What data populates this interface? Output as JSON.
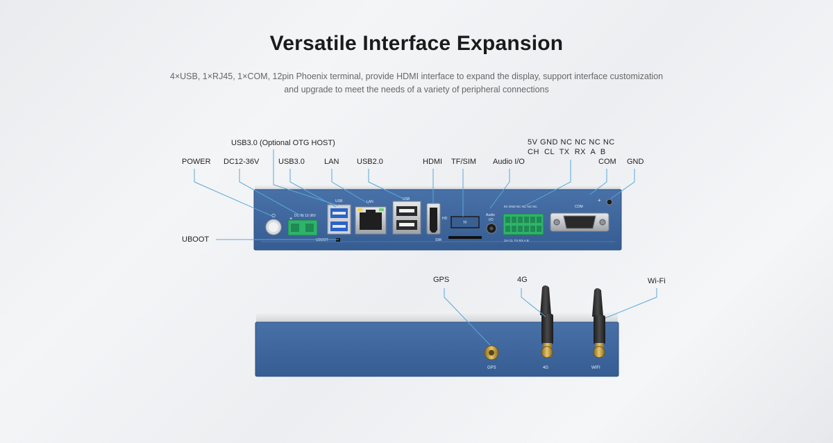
{
  "header": {
    "title": "Versatile Interface Expansion",
    "subtitle": "4×USB, 1×RJ45, 1×COM, 12pin Phoenix terminal, provide HDMI interface to expand the display, support interface customization and upgrade to meet the needs of a variety of peripheral connections"
  },
  "callouts": {
    "usb3_otg": "USB3.0 (Optional OTG HOST)",
    "power": "POWER",
    "dc": "DC12-36V",
    "usb3": "USB3.0",
    "lan": "LAN",
    "usb2": "USB2.0",
    "hdmi": "HDMI",
    "tf_sim": "TF/SIM",
    "audio": "Audio I/O",
    "pins_top": "5V GND NC NC NC NC",
    "pins_bottom": "CH  CL  TX  RX  A  B",
    "com": "COM",
    "gnd": "GND",
    "uboot": "UBOOT",
    "gps": "GPS",
    "lte": "4G",
    "wifi": "Wi-Fi"
  },
  "panel_silkscreen": {
    "usb_left": "USB",
    "lan": "LAN",
    "usb_right": "USB",
    "dc_in": "DC IN 12-36V",
    "uboot": "UBOOT",
    "hd": "HD",
    "tf": "TF",
    "sim": "SIM",
    "audio_top": "Audio",
    "audio_bottom": "I/O",
    "pins_top": "5V GND NC NC NC NC",
    "pins_bottom": "CH CL TX RX A B",
    "com": "COM",
    "gps": "GPS",
    "lte": "4G",
    "wifi": "WIFI"
  },
  "colors": {
    "chassis_blue": "#3d679e",
    "chassis_dark": "#2c4f7e",
    "terminal_green": "#2fb36b",
    "callout_line": "#5aa7d8",
    "usb3_blue": "#2a63c9",
    "brass": "#c9a24a"
  }
}
